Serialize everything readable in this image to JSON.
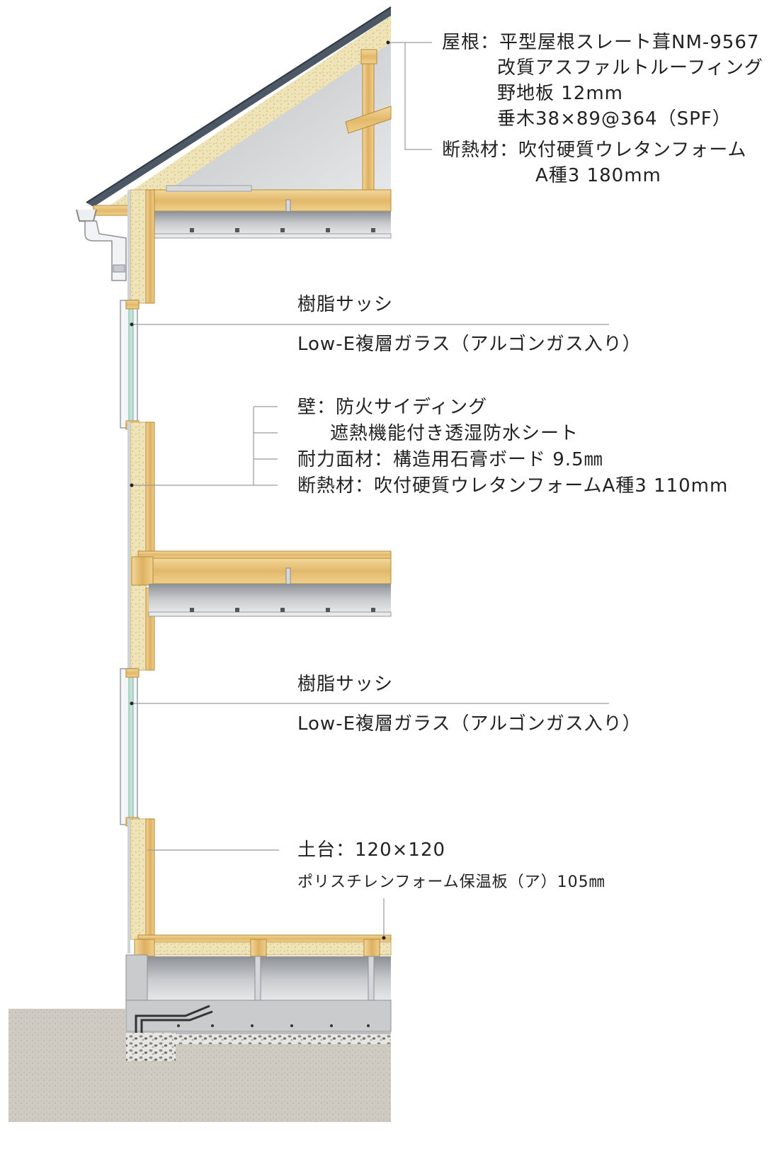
{
  "roof": {
    "line1": "屋根：平型屋根スレート葺NM-9567",
    "line2": "改質アスファルトルーフィング",
    "line3": "野地板 12mm",
    "line4": "垂木38×89@364（SPF）",
    "insulation_line1": "断熱材：吹付硬質ウレタンフォーム",
    "insulation_line2": "A種3 180mm"
  },
  "upper_window": {
    "sash": "樹脂サッシ",
    "glass": "Low-E複層ガラス（アルゴンガス入り）"
  },
  "wall": {
    "siding": "壁：防火サイディング",
    "sheet": "遮熱機能付き透湿防水シート",
    "bearing_panel": "耐力面材：構造用石膏ボード 9.5㎜",
    "insulation": "断熱材：吹付硬質ウレタンフォームA種3 110mm"
  },
  "lower_window": {
    "sash": "樹脂サッシ",
    "glass": "Low-E複層ガラス（アルゴンガス入り）"
  },
  "foundation": {
    "sill": "土台：120×120",
    "floor_insulation": "ポリスチレンフォーム保温板（ア）105㎜"
  },
  "colors": {
    "wood": "#e8c77e",
    "insulation": "#efe3b8",
    "roof_slate": "#4d5866",
    "metal": "#c8ccd2",
    "concrete": "#c9cbcc",
    "ground": "#cfcbc2",
    "leader": "#9a9a9a"
  }
}
